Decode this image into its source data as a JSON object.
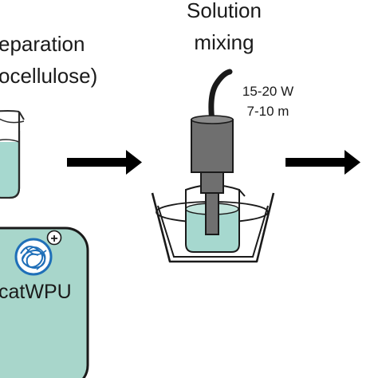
{
  "left_panel": {
    "title_line1": "eparation",
    "title_line2": "ocellulose)",
    "box_label": "catWPU",
    "charge_symbol": "+"
  },
  "middle_panel": {
    "title_line1": "Solution",
    "title_line2": "mixing",
    "power": "15-20 W",
    "time": "7-10 m"
  },
  "colors": {
    "liquid": "#a6d8cf",
    "box_fill": "#a8d6cb",
    "probe": "#6f6f6f",
    "particle": "#1f6fb8",
    "arrow": "#000000"
  },
  "icons": [
    "arrow-right-icon",
    "beaker-icon",
    "sonicator-probe-icon",
    "ice-bath-icon",
    "polymer-particle-icon"
  ]
}
